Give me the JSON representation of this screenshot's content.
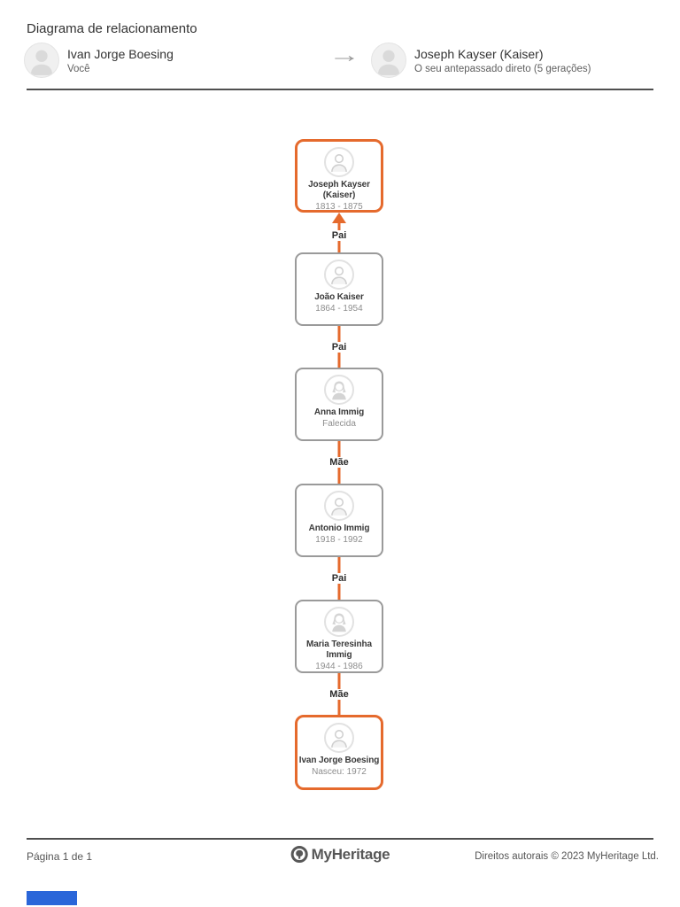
{
  "page": {
    "title": "Diagrama de relacionamento"
  },
  "icons": {
    "arrow_right": "→"
  },
  "header": {
    "from": {
      "name": "Ivan Jorge Boesing",
      "subtitle": "Você"
    },
    "to": {
      "name": "Joseph Kayser (Kaiser)",
      "subtitle": "O seu antepassado direto (5 gerações)"
    }
  },
  "chain": {
    "cards": [
      {
        "name": "Joseph Kayser (Kaiser)",
        "detail": "1813 - 1875",
        "gender": "male",
        "highlighted": true
      },
      {
        "name": "João Kaiser",
        "detail": "1864 - 1954",
        "gender": "male",
        "highlighted": false
      },
      {
        "name": "Anna Immig",
        "detail": "Falecida",
        "gender": "female",
        "highlighted": false
      },
      {
        "name": "Antonio Immig",
        "detail": "1918 - 1992",
        "gender": "male",
        "highlighted": false
      },
      {
        "name": "Maria Teresinha Immig",
        "detail": "1944 - 1986",
        "gender": "female",
        "highlighted": false
      },
      {
        "name": "Ivan Jorge Boesing",
        "detail": "Nasceu: 1972",
        "gender": "male",
        "highlighted": true
      }
    ],
    "connector_labels": [
      "Pai",
      "Pai",
      "Mãe",
      "Pai",
      "Mãe"
    ]
  },
  "footer": {
    "page_info": "Página 1 de 1",
    "logo_text": "MyHeritage",
    "copyright": "Direitos autorais © 2023 MyHeritage Ltd."
  },
  "colors": {
    "accent_orange": "#E56A2D",
    "card_border_gray": "#9A9A9A",
    "divider_gray": "#4F4F4F",
    "blue_mark": "#2A66D9"
  }
}
